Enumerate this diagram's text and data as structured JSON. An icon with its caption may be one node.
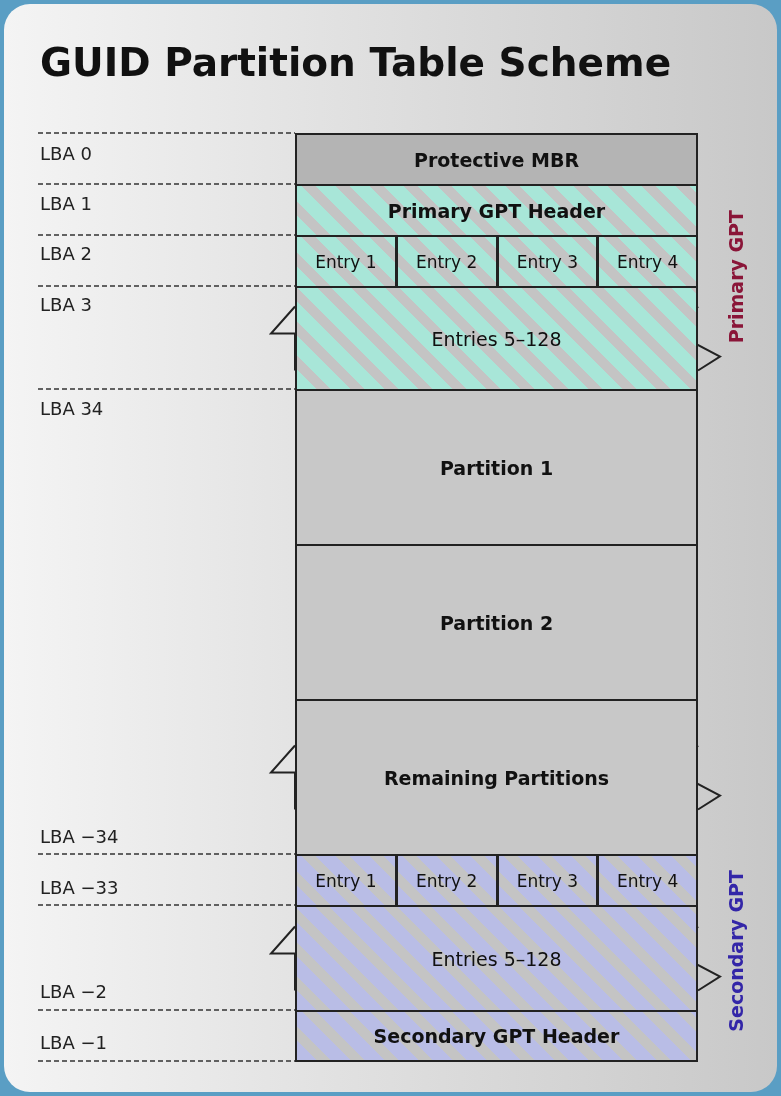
{
  "diagram": {
    "title": "GUID Partition Table Scheme",
    "nodes": [
      {
        "text": [
          "Protective MBR"
        ]
      },
      {
        "text": [
          "Primary GPT Header"
        ]
      },
      {
        "text": [
          "Entry 1"
        ]
      },
      {
        "text": [
          "Entry 2"
        ]
      },
      {
        "text": [
          "Entry 3"
        ]
      },
      {
        "text": [
          "Entry 4"
        ]
      },
      {
        "text": [
          "Entries 5–128"
        ]
      },
      {
        "text": [
          "Partition 1"
        ]
      },
      {
        "text": [
          "Partition 2"
        ]
      },
      {
        "text": [
          "Remaining Partitions"
        ]
      },
      {
        "text": [
          "Entry 1"
        ]
      },
      {
        "text": [
          "Entry 2"
        ]
      },
      {
        "text": [
          "Entry 3"
        ]
      },
      {
        "text": [
          "Entry 4"
        ]
      },
      {
        "text": [
          "Entries 5–128"
        ]
      },
      {
        "text": [
          "Secondary GPT Header"
        ]
      }
    ],
    "labels": [
      "LBA 0",
      "LBA 1",
      "LBA 2",
      "Primary GPT",
      "LBA 3",
      "LBA 34",
      "LBA −34",
      "LBA −33",
      "Secondary GPT",
      "LBA −2",
      "LBA −1"
    ]
  }
}
